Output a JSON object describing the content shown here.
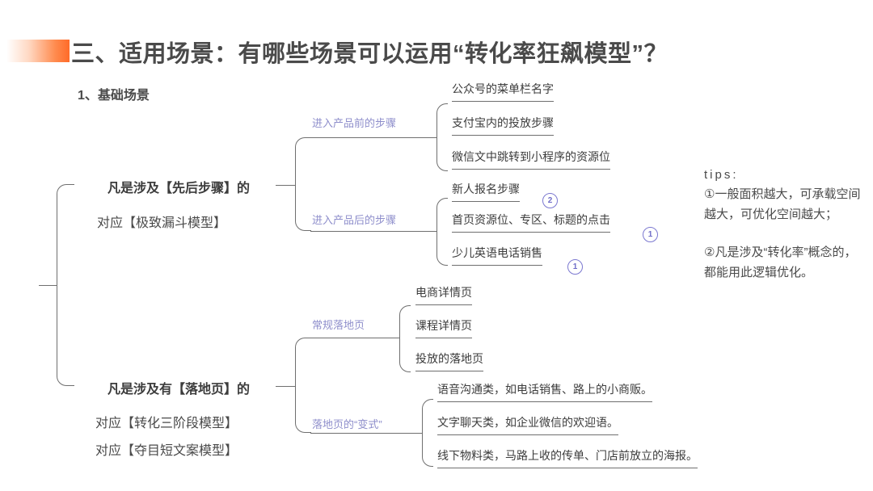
{
  "slide": {
    "title": "三、适用场景：有哪些场景可以运用“转化率狂飙模型”？",
    "accent_color": "#ff6b29",
    "branch_label_color": "#8e8ecb",
    "badge_color": "#7b78d0",
    "line_color": "#6f6f6f",
    "section_heading": "1、基础场景"
  },
  "mindmap": {
    "nodes": [
      {
        "title": "凡是涉及【先后步骤】的",
        "subtitle": "对应【极致漏斗模型】",
        "branches": [
          {
            "label": "进入产品前的步骤",
            "leaves": [
              {
                "text": "公众号的菜单栏名字",
                "badge": ""
              },
              {
                "text": "支付宝内的投放步骤",
                "badge": ""
              },
              {
                "text": "微信文中跳转到小程序的资源位",
                "badge": ""
              }
            ]
          },
          {
            "label": "进入产品后的步骤",
            "leaves": [
              {
                "text": "新人报名步骤",
                "badge": "2"
              },
              {
                "text": "首页资源位、专区、标题的点击",
                "badge": "1"
              },
              {
                "text": "少儿英语电话销售",
                "badge": "1"
              }
            ]
          }
        ]
      },
      {
        "title": "凡是涉及有【落地页】的",
        "subtitle": "对应【转化三阶段模型】",
        "subtitle2": "对应【夺目短文案模型】",
        "branches": [
          {
            "label": "常规落地页",
            "leaves": [
              {
                "text": "电商详情页",
                "badge": ""
              },
              {
                "text": "课程详情页",
                "badge": ""
              },
              {
                "text": "投放的落地页",
                "badge": ""
              }
            ]
          },
          {
            "label": "落地页的“变式”",
            "leaves": [
              {
                "text": "语音沟通类，如电话销售、路上的小商贩。",
                "badge": ""
              },
              {
                "text": "文字聊天类，如企业微信的欢迎语。",
                "badge": ""
              },
              {
                "text": "线下物料类，马路上收的传单、门店前放立的海报。",
                "badge": ""
              }
            ]
          }
        ]
      }
    ]
  },
  "tips": {
    "heading": "tips:",
    "item1": "①一般面积越大，可承载空间越大，可优化空间越大；",
    "item2": "②凡是涉及“转化率”概念的，都能用此逻辑优化。"
  }
}
